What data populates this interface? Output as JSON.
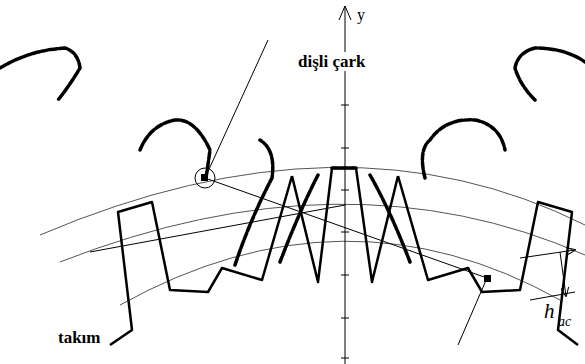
{
  "diagram": {
    "labels": [
      "y",
      "dişli çark",
      "takım",
      "h",
      "ac"
    ]
  }
}
